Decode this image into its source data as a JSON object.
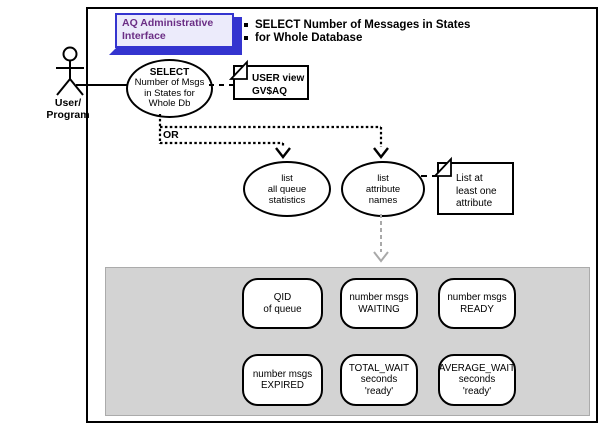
{
  "header": {
    "box": {
      "lines": [
        "AQ Administrative",
        "Interface"
      ]
    },
    "bullet_items": [
      "SELECT Number of Messages in States",
      "for Whole Database"
    ]
  },
  "actor": {
    "lines": [
      "User/",
      "Program"
    ]
  },
  "main_usecase": {
    "lines": [
      "SELECT",
      "Number of Msgs",
      "in States for",
      "Whole Db"
    ]
  },
  "note_user_view": {
    "lines": [
      "USER view",
      "GV$AQ"
    ]
  },
  "or_label": "OR",
  "usecase_list_queue_stats": {
    "lines": [
      "list",
      "all queue",
      "statistics"
    ]
  },
  "usecase_list_attr_names": {
    "lines": [
      "list",
      "attribute",
      "names"
    ]
  },
  "note_list_attributes": {
    "lines": [
      "List at",
      "least one",
      "attribute"
    ]
  },
  "attributes_panel": {
    "items": [
      {
        "lines": [
          "QID",
          "of queue"
        ]
      },
      {
        "lines": [
          "number msgs",
          "WAITING"
        ]
      },
      {
        "lines": [
          "number msgs",
          "READY"
        ]
      },
      {
        "lines": [
          "number msgs",
          "EXPIRED"
        ]
      },
      {
        "lines": [
          "TOTAL_WAIT",
          "seconds",
          "'ready'"
        ]
      },
      {
        "lines": [
          "AVERAGE_WAIT",
          "seconds",
          "'ready'"
        ]
      }
    ]
  },
  "colors": {
    "accent_blue": "#3434cf",
    "header_box_fill": "#ecebfb",
    "header_text_purple": "#6b2e85",
    "panel_gray": "#d3d3d3",
    "muted_arrow_gray": "#a9a9a9"
  }
}
